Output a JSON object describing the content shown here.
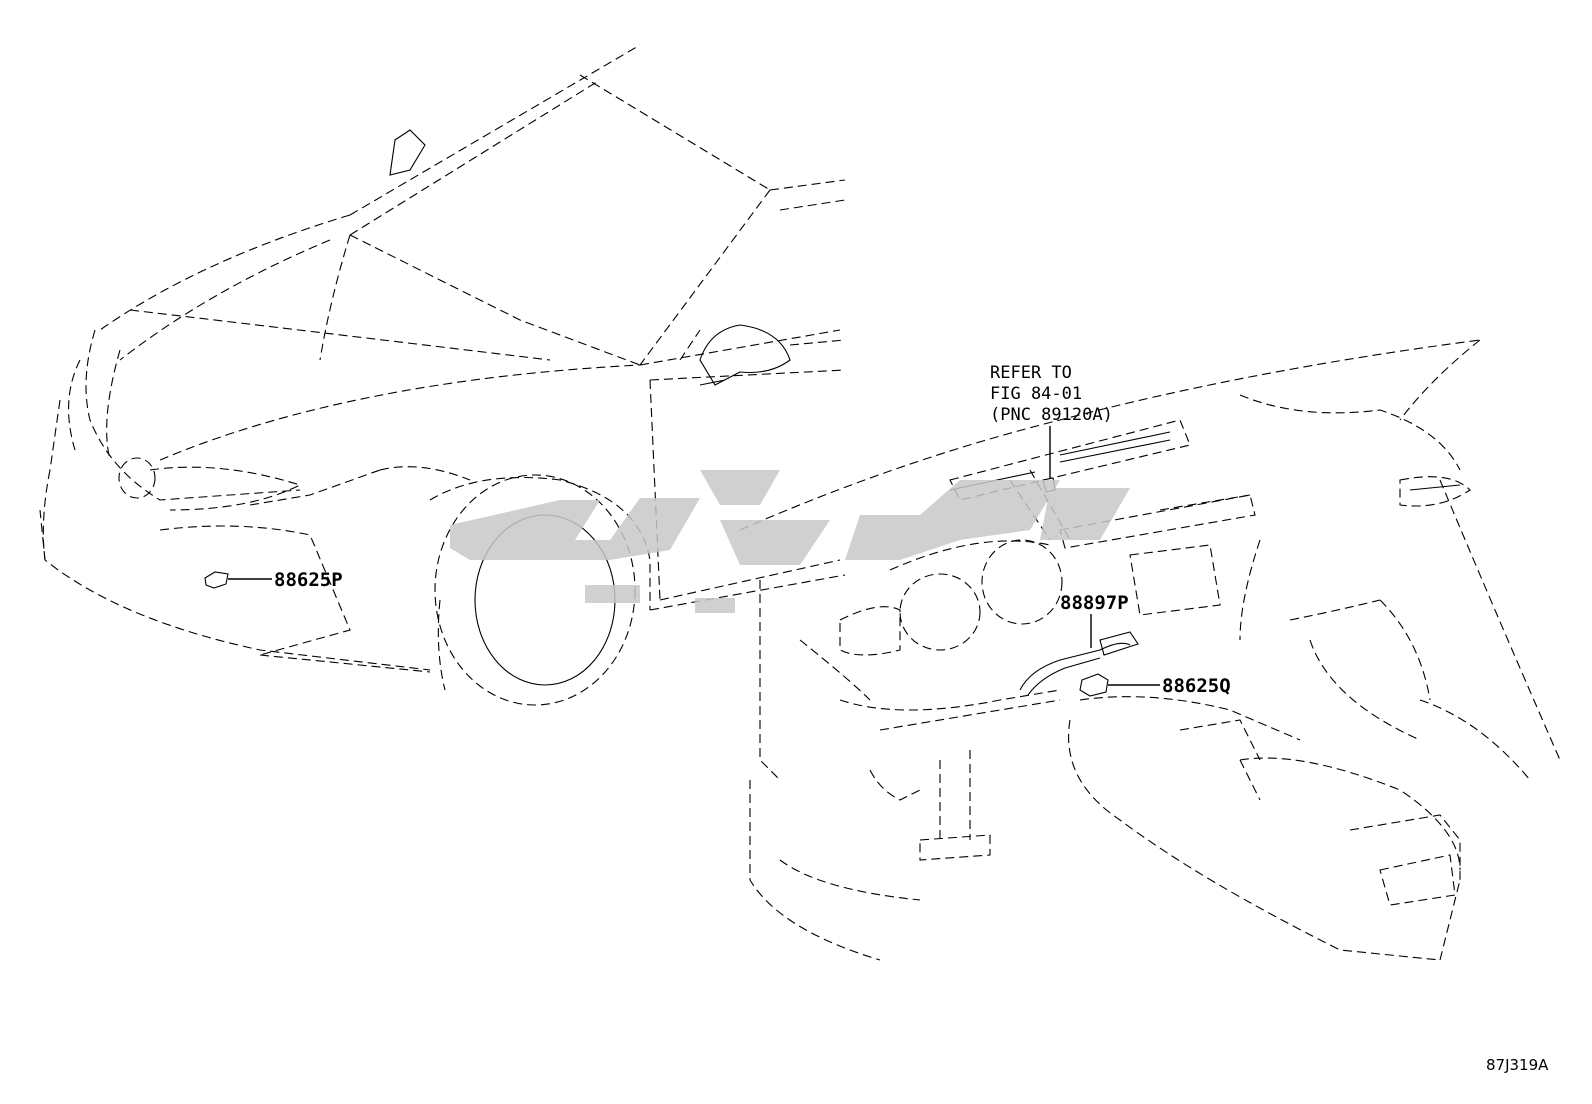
{
  "callouts": [
    {
      "id": "front-sensor",
      "label": "88625P"
    },
    {
      "id": "ambient-sensor",
      "label": "88897P"
    },
    {
      "id": "cabin-sensor",
      "label": "88625Q"
    }
  ],
  "reference_note": [
    "REFER TO",
    "FIG 84-01",
    "(PNC 89120A)"
  ],
  "figure_code": "87J319A",
  "colors": {
    "line": "#000000",
    "watermark": "#c8c8c8",
    "background": "#ffffff"
  }
}
